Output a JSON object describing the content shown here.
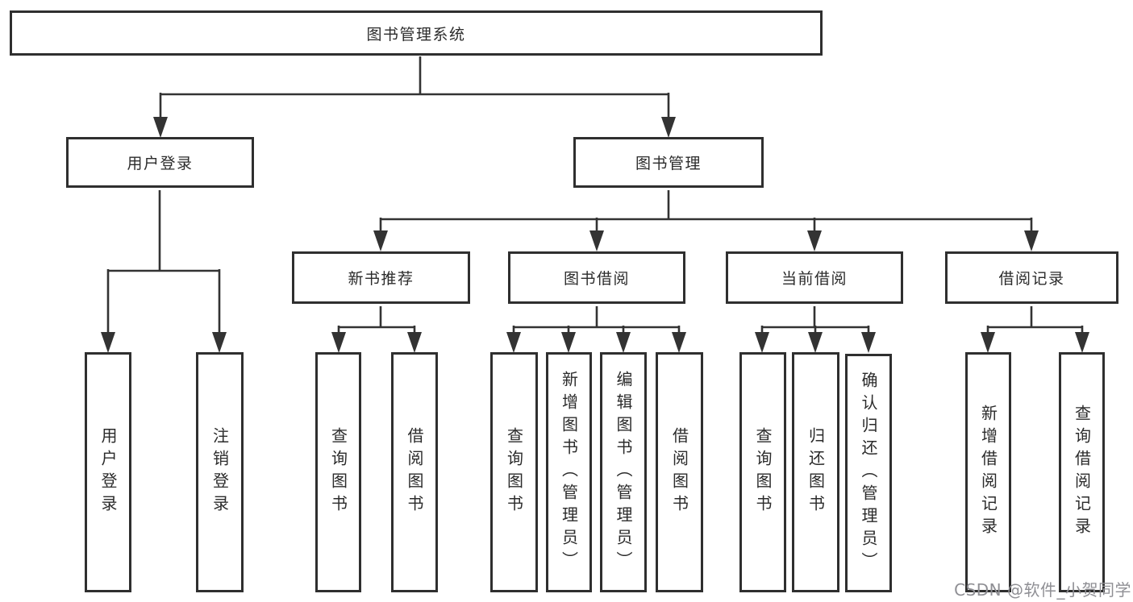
{
  "diagram_type": "tree",
  "nodes": {
    "root": {
      "label": "图书管理系统"
    },
    "user_login": {
      "label": "用户登录"
    },
    "book_mgmt": {
      "label": "图书管理"
    },
    "new_books": {
      "label": "新书推荐"
    },
    "borrow": {
      "label": "图书借阅"
    },
    "current": {
      "label": "当前借阅"
    },
    "records": {
      "label": "借阅记录"
    },
    "leaf_login": {
      "label": "用户登录"
    },
    "leaf_logout": {
      "label": "注销登录"
    },
    "leaf_nb_query": {
      "label": "查询图书"
    },
    "leaf_nb_borrow": {
      "label": "借阅图书"
    },
    "leaf_bw_query": {
      "label": "查询图书"
    },
    "leaf_bw_add": {
      "label": "新增图书（管理员）"
    },
    "leaf_bw_edit": {
      "label": "编辑图书（管理员）"
    },
    "leaf_bw_borrow": {
      "label": "借阅图书"
    },
    "leaf_cu_query": {
      "label": "查询图书"
    },
    "leaf_cu_return": {
      "label": "归还图书"
    },
    "leaf_cu_confirm": {
      "label": "确认归还（管理员）"
    },
    "leaf_rc_add": {
      "label": "新增借阅记录"
    },
    "leaf_rc_query": {
      "label": "查询借阅记录"
    }
  },
  "hierarchy": {
    "root": {
      "user_login": [
        "leaf_login",
        "leaf_logout"
      ],
      "book_mgmt": {
        "new_books": [
          "leaf_nb_query",
          "leaf_nb_borrow"
        ],
        "borrow": [
          "leaf_bw_query",
          "leaf_bw_add",
          "leaf_bw_edit",
          "leaf_bw_borrow"
        ],
        "current": [
          "leaf_cu_query",
          "leaf_cu_return",
          "leaf_cu_confirm"
        ],
        "records": [
          "leaf_rc_add",
          "leaf_rc_query"
        ]
      }
    }
  },
  "watermark": {
    "text": "CSDN @软件_小贺同学"
  },
  "colors": {
    "line": "#333333",
    "box_border": "#2f2f2f",
    "text": "#2b2b2b",
    "watermark": "#8f8f94",
    "background": "#ffffff"
  }
}
